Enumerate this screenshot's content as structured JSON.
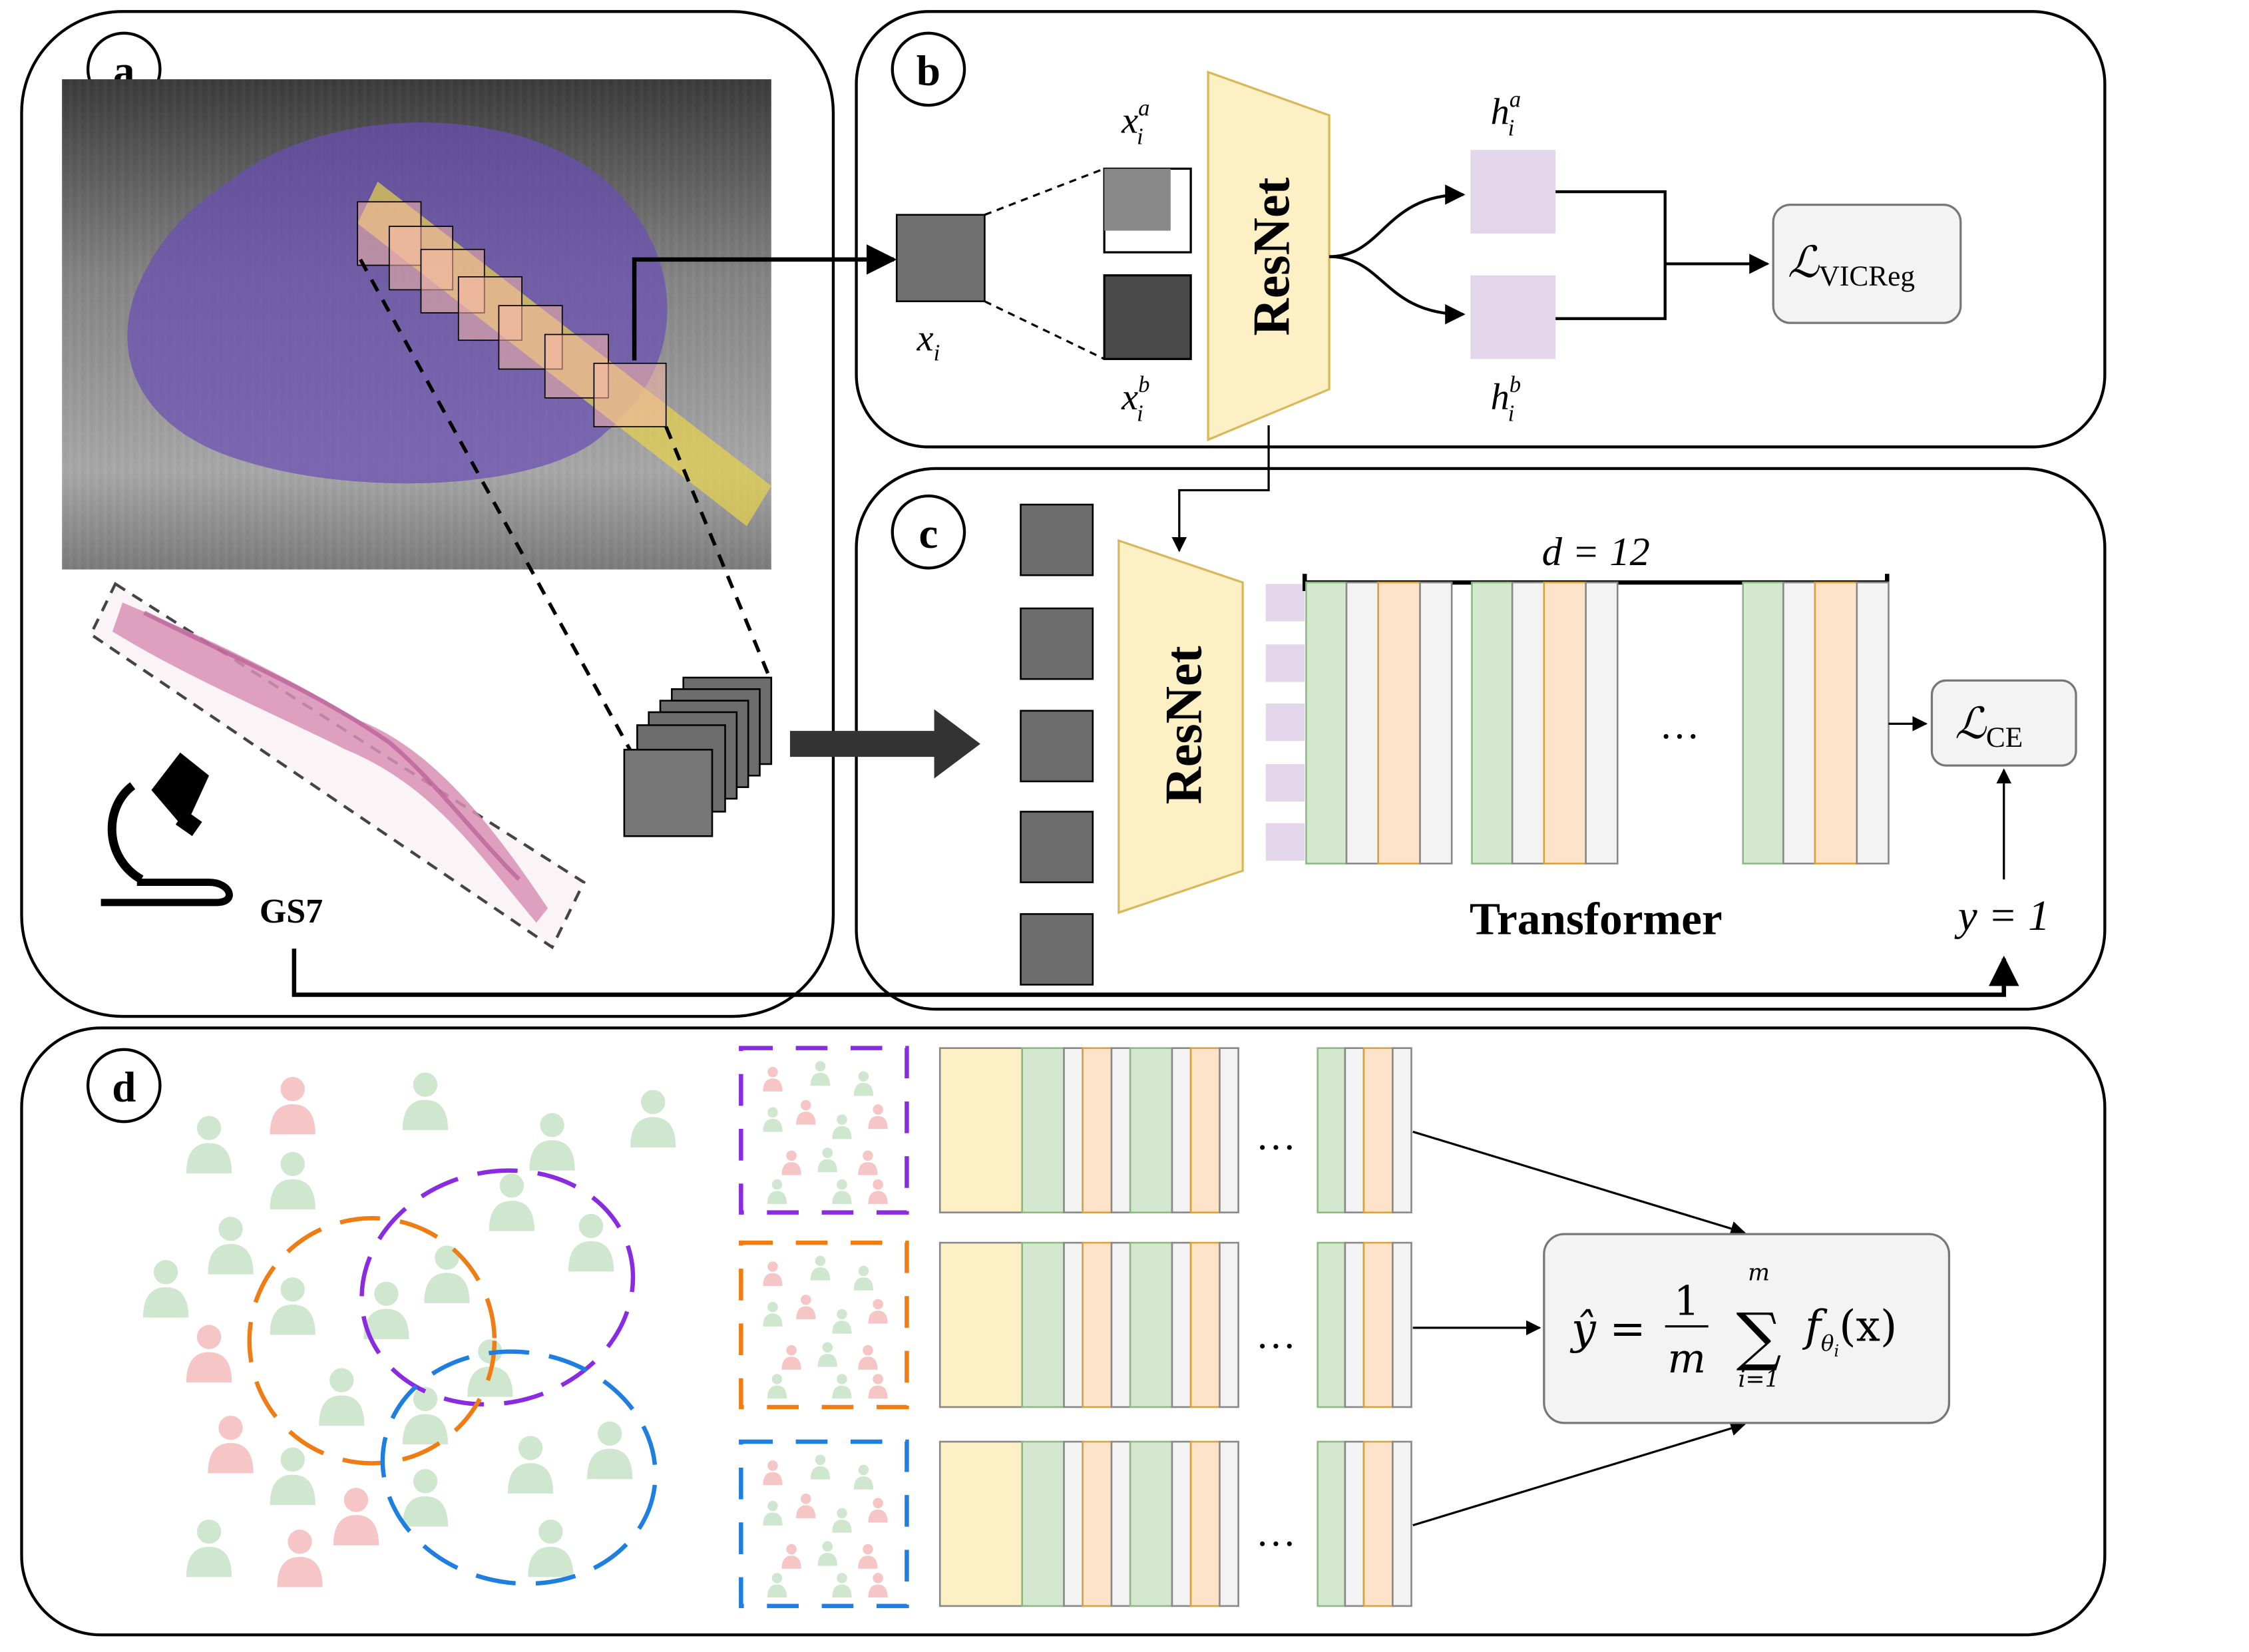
{
  "panels": {
    "a": {
      "letter": "a",
      "grade_label": "GS7"
    },
    "b": {
      "letter": "b",
      "input_label": "x",
      "input_sub": "i",
      "view_a_label": "x",
      "view_a_sup": "a",
      "view_a_sub": "i",
      "view_b_label": "x",
      "view_b_sup": "b",
      "view_b_sub": "i",
      "encoder_label": "ResNet",
      "emb_a_label": "h",
      "emb_a_sup": "a",
      "emb_a_sub": "i",
      "emb_b_label": "h",
      "emb_b_sup": "b",
      "emb_b_sub": "i",
      "loss_symbol": "ℒ",
      "loss_sub": "VICReg"
    },
    "c": {
      "letter": "c",
      "encoder_label": "ResNet",
      "depth_label": "d = 12",
      "ellipsis": "…",
      "transformer_label": "Transformer",
      "loss_symbol": "ℒ",
      "loss_sub": "CE",
      "target_label": "y = 1"
    },
    "d": {
      "letter": "d",
      "ellipsis": "…",
      "ensemble_lhs": "ŷ =",
      "ensemble_num": "1",
      "ensemble_den": "m",
      "sum_symbol": "∑",
      "sum_upper": "m",
      "sum_lower": "i=1",
      "ensemble_f": "f",
      "ensemble_theta": "θ",
      "ensemble_theta_sub": "i",
      "ensemble_arg": "(x)"
    }
  },
  "colors": {
    "resnet_fill": "#fdf0c4",
    "resnet_stroke": "#d8b85a",
    "embedding": "#e4d6ea",
    "green_layer": "#d4e8d0",
    "green_stroke": "#8fb982",
    "orange_layer": "#fde3c9",
    "orange_stroke": "#d9a23c",
    "grey_layer": "#f3f3f3",
    "patient_green": "#cfe6cf",
    "patient_red": "#f6c6c6",
    "subset_purple": "#8a2be2",
    "subset_orange": "#ef7d13",
    "subset_blue": "#1e7fe0",
    "loss_box_fill": "#f3f3f3",
    "prostate_overlay": "#6a4fb3",
    "needle_overlay": "#e8d44d"
  }
}
